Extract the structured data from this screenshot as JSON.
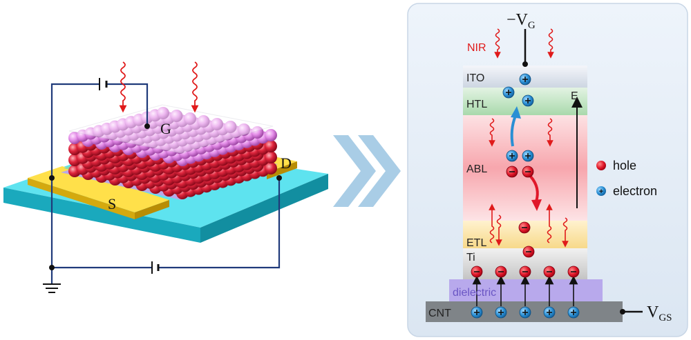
{
  "device": {
    "gate_label": "G",
    "source_label": "S",
    "drain_label": "D"
  },
  "band": {
    "gate_voltage_label": "−V",
    "gate_voltage_sub": "G",
    "gs_voltage_label": "V",
    "gs_voltage_sub": "GS",
    "nir_label": "NIR",
    "field_label": "E",
    "layers": {
      "ito": "ITO",
      "htl": "HTL",
      "abl": "ABL",
      "etl": "ETL",
      "ti": "Ti",
      "dielectric": "dielectric",
      "cnt": "CNT"
    },
    "legend": {
      "hole": "hole",
      "electron": "electron"
    }
  },
  "colors": {
    "hole": "#e0182a",
    "electron": "#2a8fd4",
    "photon": "#e01a1a",
    "wire": "#1f3a7a",
    "substrate": "#2bbfd0",
    "electrode": "#f0c419",
    "chevron": "#a9cde6"
  }
}
